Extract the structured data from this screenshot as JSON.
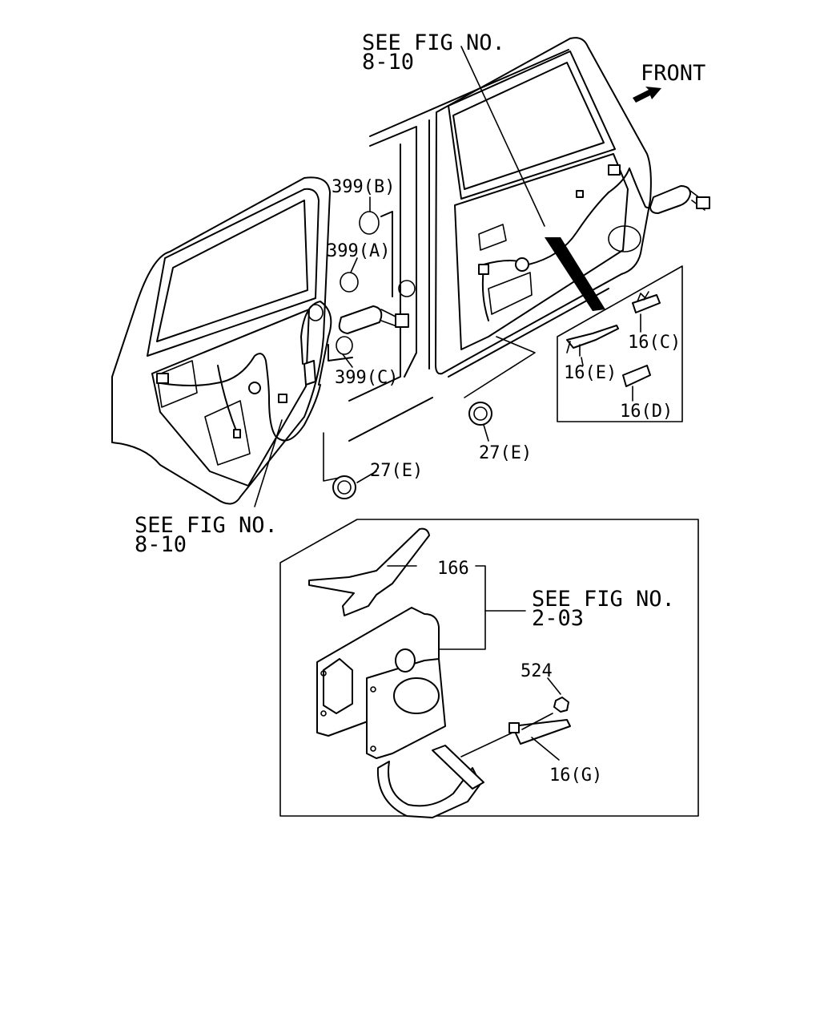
{
  "labels": {
    "see_fig_top_line1": "SEE FIG NO.",
    "see_fig_top_line2": "8-10",
    "front": "FRONT",
    "l399b": "399(B)",
    "l399a": "399(A)",
    "l399c": "399(C)",
    "l27e_left": "27(E)",
    "l27e_right": "27(E)",
    "l16c": "16(C)",
    "l16e": "16(E)",
    "l16d": "16(D)",
    "see_fig_left_line1": "SEE FIG NO.",
    "see_fig_left_line2": "8-10",
    "l166": "166",
    "see_fig_box_line1": "SEE FIG NO.",
    "see_fig_box_line2": "2-03",
    "l524": "524",
    "l16g": "16(G)"
  },
  "icons": {
    "front_arrow": "front-arrow-icon"
  }
}
